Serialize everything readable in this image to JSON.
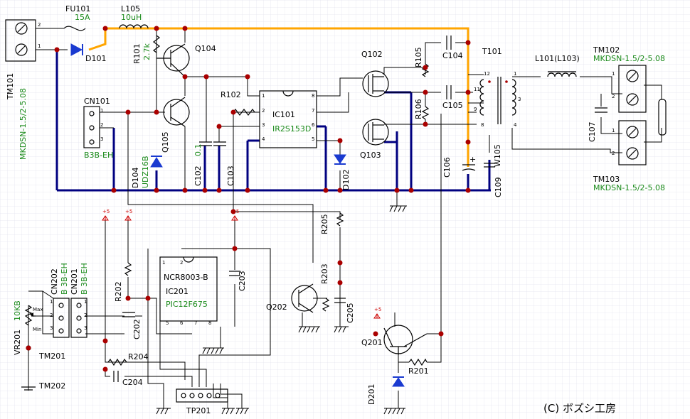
{
  "copyright": "(C) ボズシ工房",
  "components": {
    "FU101": {
      "ref": "FU101",
      "value": "15A"
    },
    "L105": {
      "ref": "L105",
      "value": "10uH"
    },
    "TM101": {
      "ref": "TM101",
      "value": "MKDSN-1.5/2-5.08"
    },
    "D101": {
      "ref": "D101"
    },
    "R101": {
      "ref": "R101",
      "value": "2.7k"
    },
    "Q104": {
      "ref": "Q104"
    },
    "Q105": {
      "ref": "Q105"
    },
    "CN101": {
      "ref": "CN101",
      "value": "B3B-EH"
    },
    "D104": {
      "ref": "D104",
      "value": "UDZ16B"
    },
    "C102": {
      "ref": "C102",
      "value": "0.1"
    },
    "C103": {
      "ref": "C103"
    },
    "R102": {
      "ref": "R102"
    },
    "IC101": {
      "ref": "IC101",
      "value": "IR2S153D"
    },
    "Q102": {
      "ref": "Q102"
    },
    "Q103": {
      "ref": "Q103"
    },
    "D102": {
      "ref": "D102"
    },
    "R105": {
      "ref": "R105"
    },
    "R106": {
      "ref": "R106"
    },
    "C104": {
      "ref": "C104"
    },
    "C105": {
      "ref": "C105"
    },
    "C106": {
      "ref": "C106"
    },
    "T101": {
      "ref": "T101"
    },
    "W105": {
      "ref": "W105"
    },
    "C109": {
      "ref": "C109"
    },
    "L101": {
      "ref": "L101(L103)"
    },
    "TM102": {
      "ref": "TM102",
      "value": "MKDSN-1.5/2-5.08"
    },
    "TM103": {
      "ref": "TM103",
      "value": "MKDSN-1.5/2-5.08"
    },
    "C107": {
      "ref": "C107"
    },
    "CN202": {
      "ref": "CN202",
      "value": "B 3B-EH"
    },
    "CN201": {
      "ref": "CN201",
      "value": "B 3B-EH"
    },
    "VR201": {
      "ref": "VR201",
      "value": "10KB"
    },
    "TM201": {
      "ref": "TM201"
    },
    "TM202": {
      "ref": "TM202"
    },
    "R202": {
      "ref": "R202"
    },
    "C202": {
      "ref": "C202"
    },
    "R204": {
      "ref": "R204"
    },
    "C204": {
      "ref": "C204"
    },
    "IC201": {
      "ref": "IC201",
      "value": "PIC12F675",
      "alt": "NCR8003-B"
    },
    "C203": {
      "ref": "C203"
    },
    "TP201": {
      "ref": "TP201"
    },
    "R205": {
      "ref": "R205"
    },
    "R203": {
      "ref": "R203"
    },
    "Q202": {
      "ref": "Q202"
    },
    "C205": {
      "ref": "C205"
    },
    "Q201": {
      "ref": "Q201"
    },
    "R201": {
      "ref": "R201"
    },
    "D201": {
      "ref": "D201"
    }
  },
  "labels": {
    "pot_max": "Max",
    "pot_min": "Min",
    "supply": "+5",
    "plus": "+",
    "minus": "-"
  }
}
